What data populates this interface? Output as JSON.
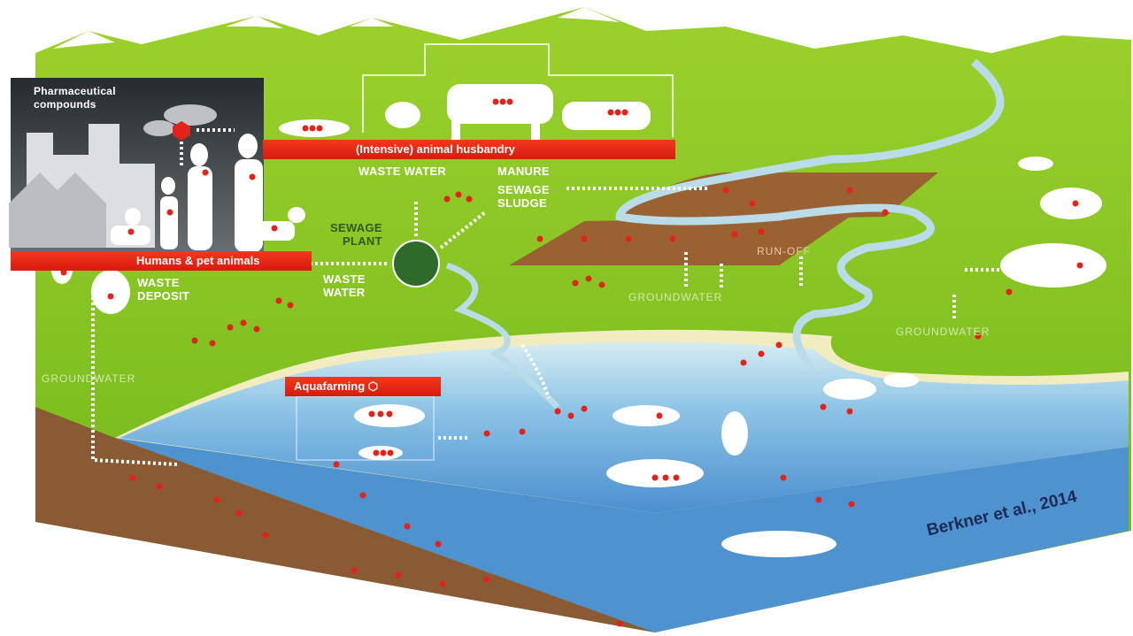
{
  "labels": {
    "pharma": "Pharmaceutical compounds",
    "husbandry": "(Intensive) animal husbandry",
    "humans": "Humans & pet animals",
    "waste_water_top": "WASTE WATER",
    "manure": "MANURE",
    "sewage_sludge_1": "SEWAGE",
    "sewage_sludge_2": "SLUDGE",
    "sewage_plant_1": "SEWAGE",
    "sewage_plant_2": "PLANT",
    "waste_water_1": "WASTE",
    "waste_water_2": "WATER",
    "waste_deposit_1": "WASTE",
    "waste_deposit_2": "DEPOSIT",
    "groundwater_left": "GROUNDWATER",
    "groundwater_mid": "GROUNDWATER",
    "groundwater_right": "GROUNDWATER",
    "runoff": "RUN-OFF",
    "aquafarming": "Aquafarming"
  },
  "citation": "Berkner et al., 2014",
  "colors": {
    "land": "#7fc21e",
    "water": "#5d9fd6",
    "accent": "#e3231a",
    "dark_panel": "#2b3136",
    "soil": "#8a5a34"
  }
}
